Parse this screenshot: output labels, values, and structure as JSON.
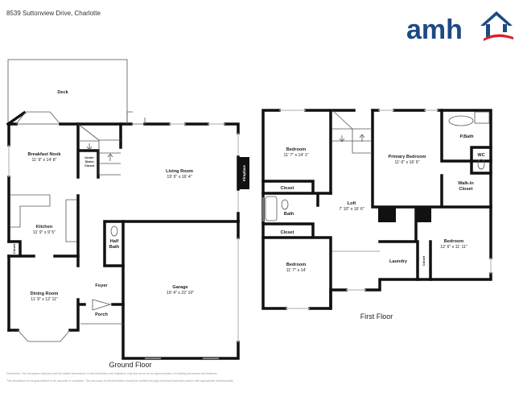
{
  "header": {
    "address": "8539 Suttonview Drive, Charlotte",
    "logo_text": "amh",
    "brand_blue": "#1d4a84",
    "brand_red": "#d9222a"
  },
  "ground_floor": {
    "title": "Ground Floor",
    "rooms": {
      "deck": {
        "name": "Deck"
      },
      "breakfast_nook": {
        "name": "Breakfast Nook",
        "dims": "11' 9\" x 14' 8\""
      },
      "under_stairs": {
        "line1": "Under",
        "line2": "Stairs",
        "line3": "Closet"
      },
      "living_room": {
        "name": "Living Room",
        "dims": "19' 9\" x 16' 4\""
      },
      "fireplace": {
        "name": "Fireplace"
      },
      "kitchen": {
        "name": "Kitchen",
        "dims": "11' 9\" x 9' 5\""
      },
      "closet": {
        "name": "Closet"
      },
      "half_bath": {
        "line1": "Half",
        "line2": "Bath"
      },
      "foyer": {
        "name": "Foyer"
      },
      "dining_room": {
        "name": "Dining Room",
        "dims": "11' 9\" x 12' 11\""
      },
      "porch": {
        "name": "Porch"
      },
      "garage": {
        "name": "Garage",
        "dims": "19' 4\" x 22' 10\""
      }
    }
  },
  "first_floor": {
    "title": "First Floor",
    "rooms": {
      "bedroom_1": {
        "name": "Bedroom",
        "dims": "11' 7\" x 14' 1\""
      },
      "closet_1": {
        "name": "Closet"
      },
      "bath": {
        "name": "Bath"
      },
      "closet_2": {
        "name": "Closet"
      },
      "bedroom_2": {
        "name": "Bedroom",
        "dims": "11' 7\" x 14'"
      },
      "loft": {
        "name": "Loft",
        "dims": "7' 10\" x 16' 6\""
      },
      "primary_bedroom": {
        "name": "Primary Bedroom",
        "dims": "11' 6\" x 16' 5\""
      },
      "p_bath": {
        "name": "P.Bath"
      },
      "wc": {
        "name": "WC"
      },
      "walk_in": {
        "line1": "Walk-In",
        "line2": "Closet"
      },
      "bedroom_3": {
        "name": "Bedroom",
        "dims": "12' 6\" x 11' 11\""
      },
      "laundry": {
        "name": "Laundry"
      },
      "closet_3": {
        "name": "Closet"
      }
    }
  },
  "disclaimer": {
    "line1": "Disclaimer: The floorplans depicted and the stated dimensions in this illustration are indicative only and serve as an approximation of existing structures and features.",
    "line2": "This illustration is not guaranteed to be accurate or complete. The accuracy of all information should be verified through personal inspection and/or with appropriate professionals."
  }
}
